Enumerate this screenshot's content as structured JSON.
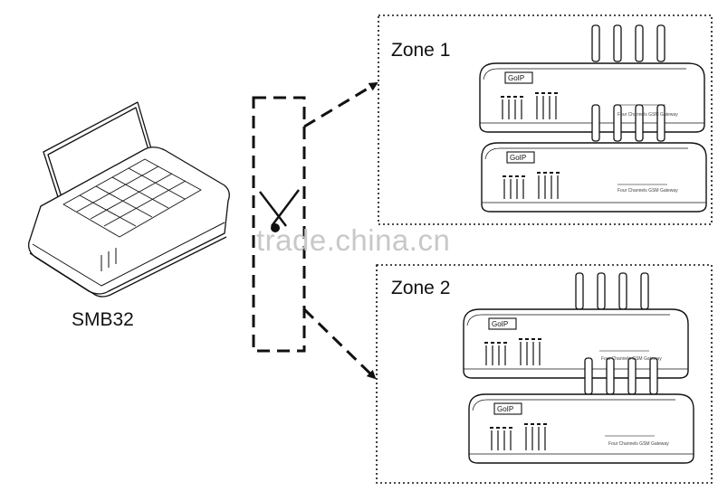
{
  "device_label": "SMB32",
  "zones": [
    {
      "label": "Zone 1"
    },
    {
      "label": "Zone 2"
    }
  ],
  "gateway_logo": "GoIP",
  "gateway_caption": "Four Channels GSM Gateway",
  "watermark": "trade.china.cn",
  "colors": {
    "line": "#111111",
    "background": "#ffffff",
    "watermark": "#c8c8c8"
  }
}
